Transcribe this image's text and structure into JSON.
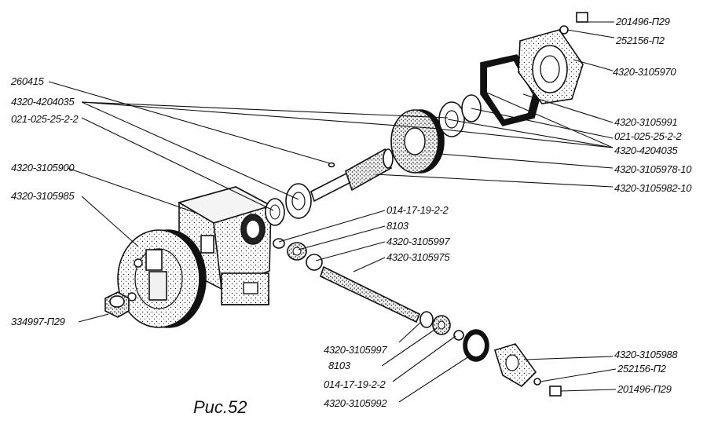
{
  "caption": "Рис.52",
  "labels": {
    "l201496_top": "201496-П29",
    "l252156_top": "252156-П2",
    "l3105970": "4320-3105970",
    "l260415": "260415",
    "l4204035_left": "4320-4204035",
    "l021_left": "021-025-25-2-2",
    "l3105991": "4320-3105991",
    "l021_right": "021-025-25-2-2",
    "l4204035_right": "4320-4204035",
    "l3105900": "4320-3105900",
    "l3105978": "4320-3105978-10",
    "l3105985": "4320-3105985",
    "l3105982": "4320-3105982-10",
    "l014_top": "014-17-19-2-2",
    "l8103_top": "8103",
    "l3105997_top": "4320-3105997",
    "l3105975": "4320-3105975",
    "l334997": "334997-П29",
    "l3105997_bot": "4320-3105997",
    "l8103_bot": "8103",
    "l014_bot": "014-17-19-2-2",
    "l3105992": "4320-3105992",
    "l3105988": "4320-3105988",
    "l252156_bot": "252156-П2",
    "l201496_bot": "201496-П29"
  }
}
